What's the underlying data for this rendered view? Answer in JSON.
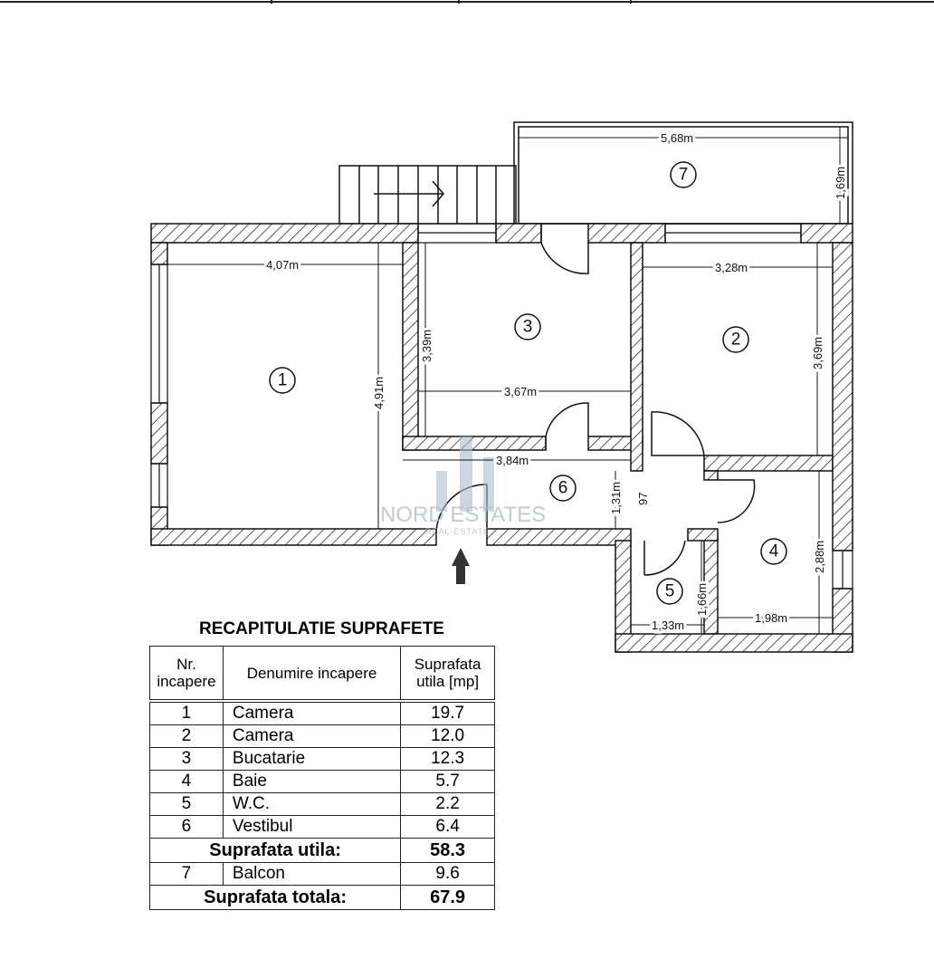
{
  "plan": {
    "rooms": [
      "1",
      "2",
      "3",
      "4",
      "5",
      "6",
      "7"
    ],
    "dimensions": [
      "5,68m",
      "1,69m",
      "4,07m",
      "4,91m",
      "3,39m",
      "3,67m",
      "3,28m",
      "3,69m",
      "3,84m",
      "1,31m",
      "97",
      "2,88m",
      "1,66m",
      "1,33m",
      "1,98m"
    ],
    "watermark": {
      "brand": "NORD ESTATES",
      "tagline": "REAL-ESTATE"
    }
  },
  "table": {
    "title": "RECAPITULATIE SUPRAFETE",
    "headers": [
      "Nr. incapere",
      "Denumire incapere",
      "Suprafata utila [mp]"
    ],
    "rows": [
      {
        "nr": "1",
        "name": "Camera",
        "area": "19.7"
      },
      {
        "nr": "2",
        "name": "Camera",
        "area": "12.0"
      },
      {
        "nr": "3",
        "name": "Bucatarie",
        "area": "12.3"
      },
      {
        "nr": "4",
        "name": "Baie",
        "area": "5.7"
      },
      {
        "nr": "5",
        "name": "W.C.",
        "area": "2.2"
      },
      {
        "nr": "6",
        "name": "Vestibul",
        "area": "6.4"
      }
    ],
    "subtotal": {
      "label": "Suprafata utila:",
      "value": "58.3"
    },
    "balcony": {
      "nr": "7",
      "name": "Balcon",
      "area": "9.6"
    },
    "total": {
      "label": "Suprafata totala:",
      "value": "67.9"
    }
  }
}
